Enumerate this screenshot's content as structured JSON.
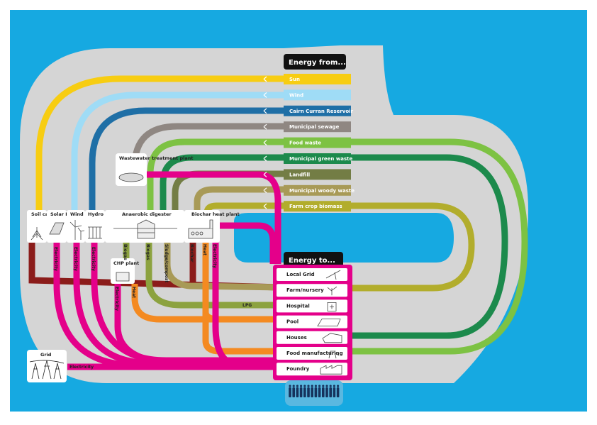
{
  "colors": {
    "background": "#16a9e1",
    "track": "#d5d5d5",
    "sun": "#f7cd12",
    "wind": "#9fdcf6",
    "reservoir": "#1f6fa6",
    "sewage": "#8f8782",
    "food_waste": "#7dc243",
    "green_waste": "#1c8a4c",
    "landfill": "#737d45",
    "woody_waste": "#a89a57",
    "farm_biomass": "#b2ad2c",
    "biochar": "#8b1c1a",
    "electricity": "#e4008a",
    "heat": "#f48a21",
    "biogas": "#8ca23f"
  },
  "sources": {
    "header": "Energy from...",
    "items": [
      {
        "label": "Sun",
        "color": "#f7cd12"
      },
      {
        "label": "Wind",
        "color": "#9fdcf6"
      },
      {
        "label": "Cairn Curran Reservoir",
        "color": "#1f6fa6"
      },
      {
        "label": "Municipal sewage",
        "color": "#8f8782"
      },
      {
        "label": "Food waste",
        "color": "#7dc243"
      },
      {
        "label": "Municipal green waste",
        "color": "#1c8a4c"
      },
      {
        "label": "Landfill",
        "color": "#737d45"
      },
      {
        "label": "Municipal woody waste",
        "color": "#a89a57"
      },
      {
        "label": "Farm crop biomass",
        "color": "#b2ad2c"
      }
    ]
  },
  "destinations": {
    "header": "Energy to...",
    "items": [
      {
        "label": "Local Grid",
        "icon": "power-line-icon"
      },
      {
        "label": "Farm/nursery",
        "icon": "plant-icon"
      },
      {
        "label": "Hospital",
        "icon": "hospital-icon"
      },
      {
        "label": "Pool",
        "icon": "pool-icon"
      },
      {
        "label": "Houses",
        "icon": "house-icon"
      },
      {
        "label": "Food manufacturing",
        "icon": "food-factory-icon"
      },
      {
        "label": "Foundry",
        "icon": "foundry-icon"
      }
    ]
  },
  "converters": {
    "soil_carbon": "Soil carbon",
    "solar_pv": "Solar PV",
    "wind": "Wind",
    "hydro": "Hydro",
    "anaerobic_digester": "Anaerobic digester",
    "biochar_heat_plant": "Biochar heat plant",
    "wastewater_plant": "Wastewater treatment plant",
    "chp_plant": "CHP plant",
    "grid": "Grid"
  },
  "flow_labels": {
    "electricity": "Electricity",
    "biogas": "Biogas",
    "sludge_compost": "Sludge/compost",
    "biochar": "Biochar",
    "heat": "Heat",
    "lpg": "LPG"
  }
}
